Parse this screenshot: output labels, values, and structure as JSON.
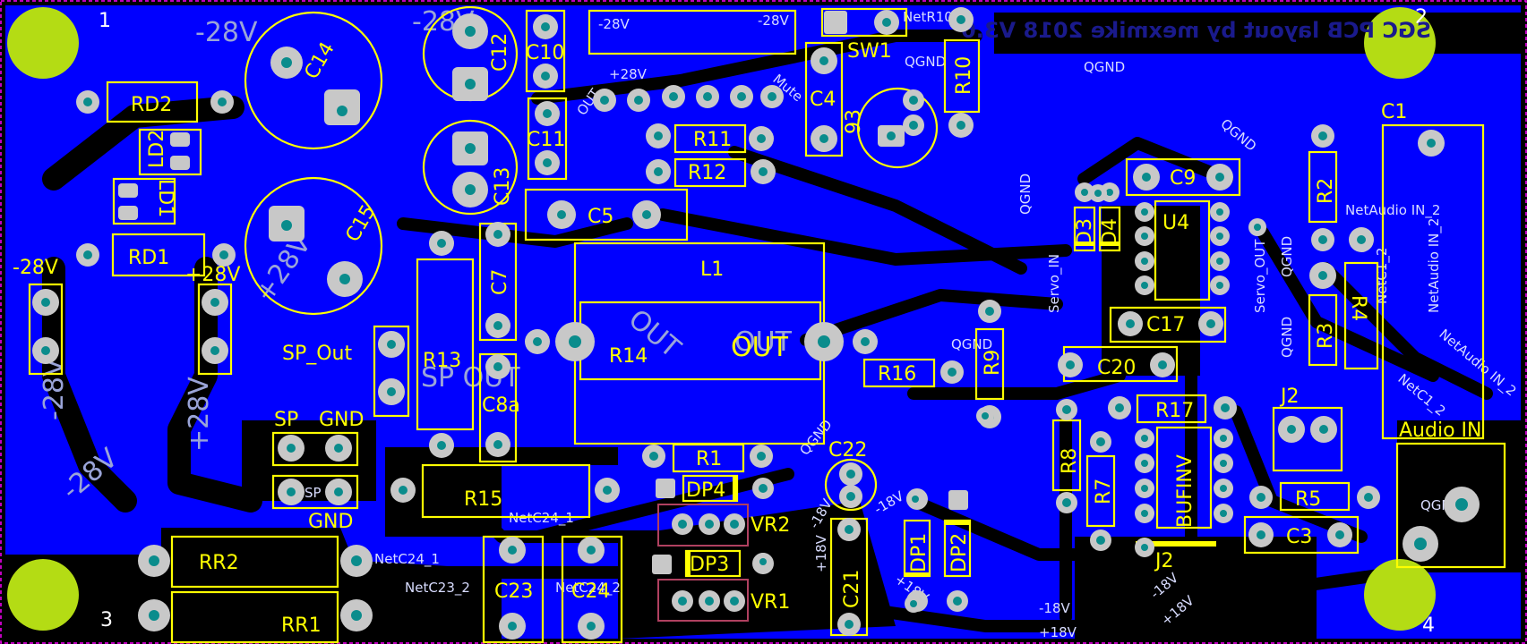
{
  "header": {
    "title": "SGC PCB layout by mexmike 2018 V3.0"
  },
  "mounting_holes": [
    "1",
    "2",
    "3",
    "4"
  ],
  "components": {
    "C14": "C14",
    "C15": "C15",
    "C12": "C12",
    "C13": "C13",
    "C10": "C10",
    "C11": "C11",
    "C4": "C4",
    "C5": "C5",
    "C7": "C7",
    "C8a": "C8a",
    "C9": "C9",
    "C17": "C17",
    "C20": "C20",
    "C22": "C22",
    "C21": "C21",
    "C23": "C23",
    "C24": "C24",
    "C3": "C3",
    "C1": "C1",
    "RD1": "RD1",
    "RD2": "RD2",
    "LD1": "LD1",
    "LD2": "LD2",
    "R10": "R10",
    "R11": "R11",
    "R12": "R12",
    "R13": "R13",
    "R14": "R14",
    "R15": "R15",
    "R16": "R16",
    "R9": "R9",
    "R1": "R1",
    "R2": "R2",
    "R3": "R3",
    "R4": "R4",
    "R5": "R5",
    "R7": "R7",
    "R8": "R8",
    "R17": "R17",
    "RR1": "RR1",
    "RR2": "RR2",
    "L1": "L1",
    "SW1": "SW1",
    "U4": "U4",
    "BUFINV": "BUFINV",
    "J2": "J2",
    "D3": "D3",
    "D4": "D4",
    "DP1": "DP1",
    "DP2": "DP2",
    "DP3": "DP3",
    "DP4": "DP4",
    "VR1": "VR1",
    "VR2": "VR2",
    "Q6": "93"
  },
  "labels": {
    "sp_out": "SP_Out",
    "sp": "SP",
    "gnd": "GND",
    "gnd2": "GND",
    "audio_in": "Audio IN",
    "out": "OUT",
    "neg28": "-28V",
    "pos28": "+28V",
    "sp_small": "SP"
  },
  "nets": {
    "qgnd": "QGND",
    "mute": "Mute",
    "netr10": "NetR10_",
    "servo_in": "Servo_IN",
    "servo_out": "Servo_OUT",
    "netaudio_in2": "NetAudio IN_2",
    "netc1_2": "NetC1_2",
    "netc24_1": "NetC24_1",
    "netc23_2": "NetC23_2",
    "neg18": "-18V",
    "pos18": "+18V",
    "netc24_2": "NetC24_2",
    "netc24_1b": "NetC24_1",
    "out_big": "OUT",
    "sp_out_big": "SP OUT",
    "neg28": "-28V",
    "pos28": "+28V",
    "qgn": "QGN",
    "out_small": "OUT",
    "neg28_big": "-28V",
    "pos28_big": "+28V"
  },
  "colors": {
    "board": "#0000ff",
    "silkscreen": "#ffff00",
    "pad": "#c8c8c8",
    "hole": "#0a8c8c",
    "mount": "#b4dc14"
  }
}
